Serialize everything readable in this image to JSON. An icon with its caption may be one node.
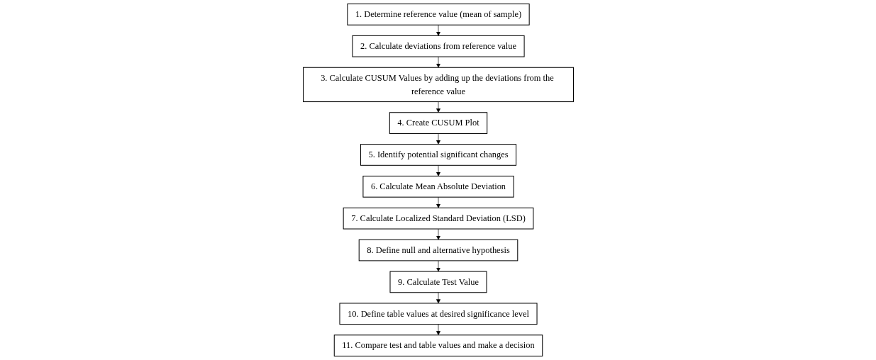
{
  "diagram": {
    "nodes": [
      {
        "text": [
          "1. Determine reference value (mean of sample)"
        ]
      },
      {
        "text": [
          "2. Calculate deviations from reference value"
        ]
      },
      {
        "text": [
          "3. Calculate CUSUM Values by adding up the deviations from the reference value"
        ]
      },
      {
        "text": [
          "4. Create CUSUM Plot"
        ]
      },
      {
        "text": [
          "5. Identify potential significant changes"
        ]
      },
      {
        "text": [
          "6. Calculate Mean Absolute Deviation"
        ]
      },
      {
        "text": [
          "7. Calculate Localized Standard Deviation (LSD)"
        ]
      },
      {
        "text": [
          "8. Define null and alternative hypothesis"
        ]
      },
      {
        "text": [
          "9. Calculate Test Value"
        ]
      },
      {
        "text": [
          "10. Define table values at desired significance level"
        ]
      },
      {
        "text": [
          "11. Compare test and table values and make a decision"
        ]
      }
    ],
    "edges": [
      {
        "from": 0,
        "to": 1,
        "arrow": "to"
      },
      {
        "from": 1,
        "to": 2,
        "arrow": "to"
      },
      {
        "from": 2,
        "to": 3,
        "arrow": "to"
      },
      {
        "from": 3,
        "to": 4,
        "arrow": "to"
      },
      {
        "from": 4,
        "to": 5,
        "arrow": "to"
      },
      {
        "from": 5,
        "to": 6,
        "arrow": "to"
      },
      {
        "from": 6,
        "to": 7,
        "arrow": "to"
      },
      {
        "from": 7,
        "to": 8,
        "arrow": "to"
      },
      {
        "from": 8,
        "to": 9,
        "arrow": "to"
      },
      {
        "from": 9,
        "to": 10,
        "arrow": "to"
      }
    ]
  }
}
